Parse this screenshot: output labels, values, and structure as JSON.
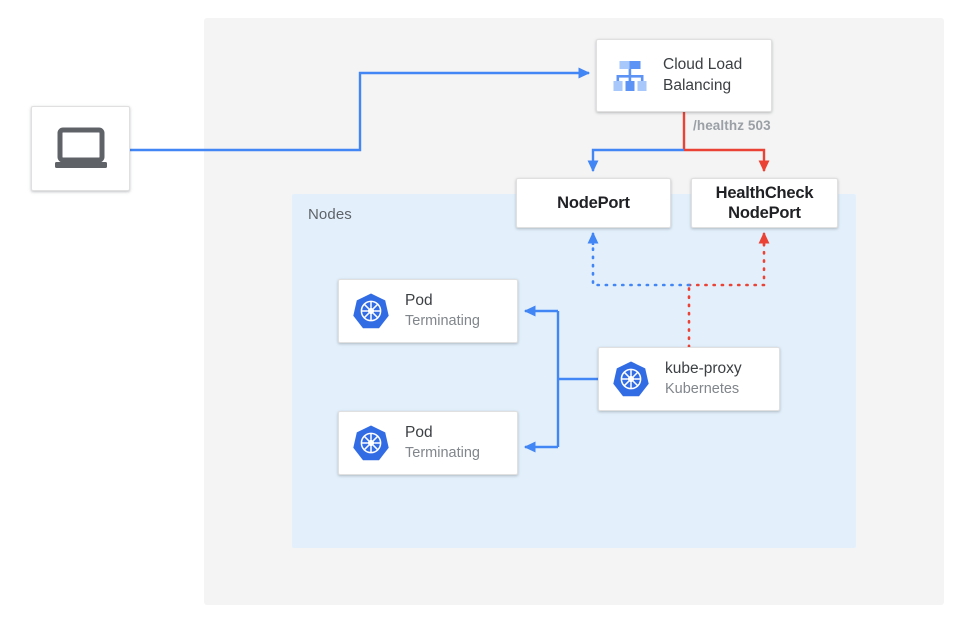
{
  "diagram": {
    "title": "Kubernetes NodePort health check failover diagram",
    "outer_panel": {
      "name": "cloud-boundary"
    },
    "nodes_panel": {
      "label": "Nodes"
    },
    "colors": {
      "blue": "#4285f4",
      "red": "#ea4335",
      "kubernetes_blue": "#326ce5",
      "panel_gray": "#f4f4f4",
      "nodes_blue": "#e3f0fc",
      "text_dark": "#3c4043",
      "text_muted": "#80868b",
      "label_gray": "#9aa0a6"
    },
    "nodes": {
      "client": {
        "icon": "laptop-icon",
        "label": ""
      },
      "load_balancer": {
        "icon": "cloud-load-balancing-icon",
        "title_line_1": "Cloud Load",
        "title_line_2": "Balancing"
      },
      "nodeport": {
        "label": "NodePort"
      },
      "healthcheck_nodeport": {
        "label_line_1": "HealthCheck",
        "label_line_2": "NodePort"
      },
      "pod_1": {
        "icon": "kubernetes-icon",
        "title": "Pod",
        "subtitle": "Terminating"
      },
      "pod_2": {
        "icon": "kubernetes-icon",
        "title": "Pod",
        "subtitle": "Terminating"
      },
      "kube_proxy": {
        "icon": "kubernetes-icon",
        "title": "kube-proxy",
        "subtitle": "Kubernetes"
      }
    },
    "edges": {
      "healthz": {
        "label": "/healthz 503",
        "color": "#ea4335"
      },
      "client_to_lb": {
        "color": "#4285f4",
        "style": "solid"
      },
      "lb_to_nodeport": {
        "color": "#4285f4",
        "style": "solid"
      },
      "lb_to_healthcheck": {
        "color": "#ea4335",
        "style": "solid"
      },
      "kubeproxy_to_nodeport": {
        "color": "#4285f4",
        "style": "dotted"
      },
      "kubeproxy_to_healthcheck": {
        "color": "#ea4335",
        "style": "dotted"
      },
      "kubeproxy_to_pods": {
        "color": "#4285f4",
        "style": "solid"
      }
    }
  }
}
